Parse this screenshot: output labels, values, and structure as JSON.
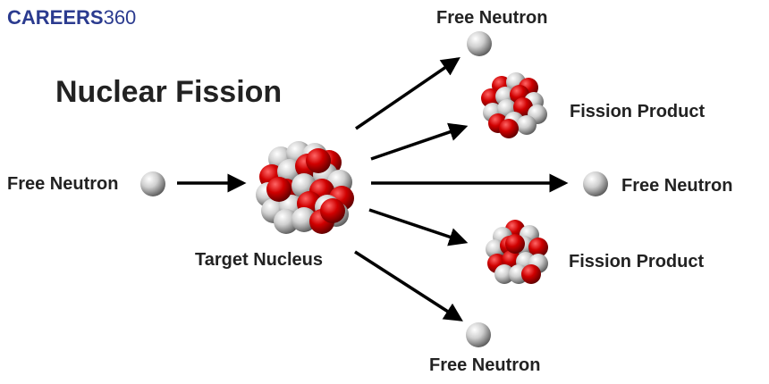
{
  "logo": {
    "word": "CAREERS",
    "number": "360"
  },
  "title": "Nuclear Fission",
  "labels": {
    "incoming_neutron": "Free Neutron",
    "target_nucleus": "Target Nucleus",
    "neutron_top": "Free Neutron",
    "product_upper": "Fission Product",
    "neutron_middle": "Free Neutron",
    "product_lower": "Fission Product",
    "neutron_bottom": "Free Neutron"
  },
  "colors": {
    "logo": "#2b3b8f",
    "title": "#222222",
    "arrow": "#000000",
    "proton": "#cc0000",
    "neutron": "#c8c8c8"
  }
}
